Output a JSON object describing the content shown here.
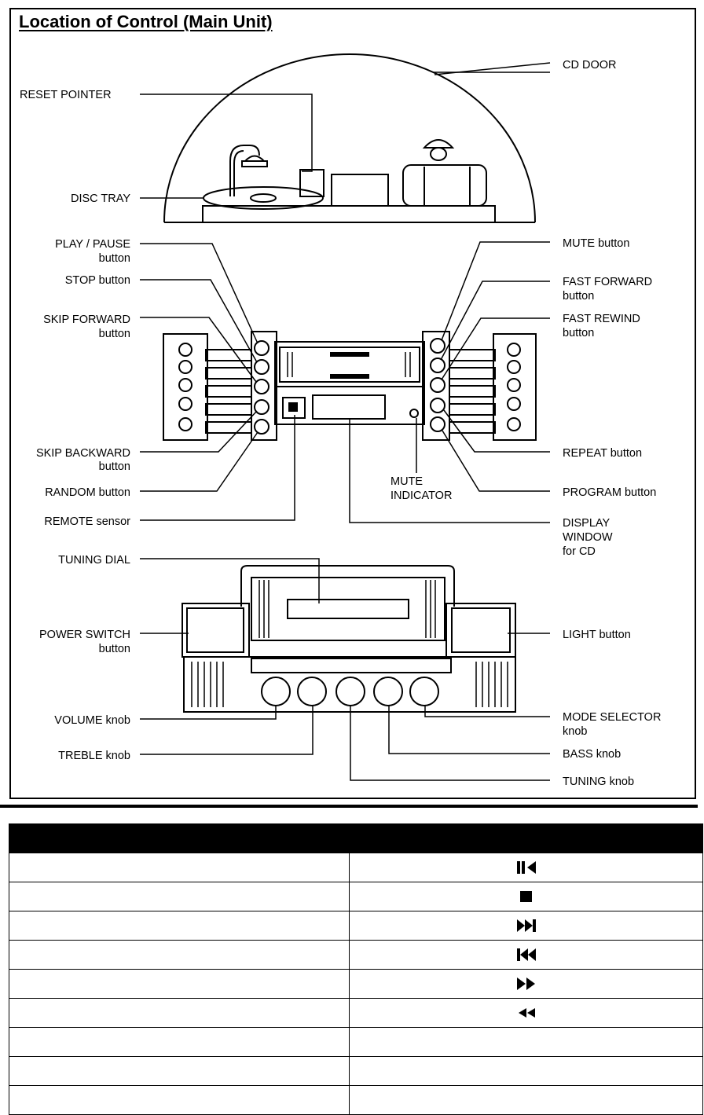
{
  "page": {
    "title": "Location of Control (Main Unit)"
  },
  "labels": {
    "cd_door": "CD DOOR",
    "reset_pointer": "RESET POINTER",
    "disc_tray": "DISC TRAY",
    "play_pause_1": "PLAY / PAUSE",
    "play_pause_2": "button",
    "stop": "STOP button",
    "skip_forward_1": "SKIP FORWARD",
    "skip_forward_2": "button",
    "skip_backward_1": "SKIP BACKWARD",
    "skip_backward_2": "button",
    "random": "RANDOM button",
    "remote_sensor": "REMOTE sensor",
    "tuning_dial": "TUNING DIAL",
    "power_switch_1": "POWER SWITCH",
    "power_switch_2": "button",
    "volume": "VOLUME knob",
    "treble": "TREBLE knob",
    "mute": "MUTE button",
    "fast_forward_1": "FAST FORWARD",
    "fast_forward_2": "button",
    "fast_rewind_1": "FAST REWIND",
    "fast_rewind_2": "button",
    "repeat": "REPEAT button",
    "mute_indicator_1": "MUTE",
    "mute_indicator_2": "INDICATOR",
    "program": "PROGRAM button",
    "display_window_1": "DISPLAY",
    "display_window_2": "WINDOW",
    "display_window_3": "for CD",
    "light": "LIGHT button",
    "mode_selector_1": "MODE SELECTOR",
    "mode_selector_2": "knob",
    "bass": "BASS knob",
    "tuning_knob": "TUNING knob"
  },
  "table": {
    "rows": [
      {
        "symbol": "play-pause-icon"
      },
      {
        "symbol": "stop-icon"
      },
      {
        "symbol": "skip-forward-icon"
      },
      {
        "symbol": "skip-backward-icon"
      },
      {
        "symbol": "fast-forward-icon"
      },
      {
        "symbol": "fast-rewind-icon"
      },
      {
        "symbol": ""
      },
      {
        "symbol": ""
      },
      {
        "symbol": ""
      }
    ]
  }
}
